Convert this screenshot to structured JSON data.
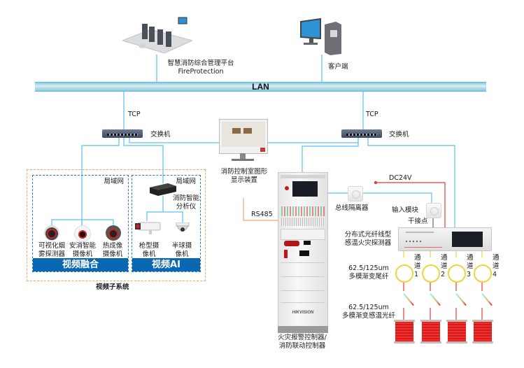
{
  "title": "消防视频与火灾报警系统拓扑图",
  "platform": {
    "label_cn": "智慧消防综合管理平台",
    "label_en": "FireProtection"
  },
  "client": {
    "label": "客户端"
  },
  "lan": {
    "label": "LAN"
  },
  "left_branch": {
    "protocol": "TCP",
    "switch_label": "交换机"
  },
  "right_branch": {
    "protocol": "TCP",
    "switch_label": "交换机"
  },
  "graphic_display": {
    "label_line1": "消防控制室图形",
    "label_line2": "显示装置"
  },
  "rs485": {
    "label": "RS485"
  },
  "video_subsystem": {
    "title": "视频子系统",
    "fusion": {
      "banner": "视频融合",
      "lan_label": "局域网",
      "devices": [
        {
          "line1": "可视化烟",
          "line2": "雾探测器",
          "icon": "smoke-detector-camera-icon"
        },
        {
          "line1": "安消智能",
          "line2": "摄像机",
          "icon": "dome-camera-icon"
        },
        {
          "line1": "热成像",
          "line2": "摄像机",
          "icon": "thermal-camera-icon"
        }
      ]
    },
    "ai": {
      "banner": "视频AI",
      "lan_label": "局域网",
      "analyzer": {
        "line1": "消防智能",
        "line2": "分析仪"
      },
      "devices": [
        {
          "line1": "枪型摄",
          "line2": "像机",
          "icon": "bullet-camera-icon"
        },
        {
          "line1": "半球摄",
          "line2": "像机",
          "icon": "hemisphere-camera-icon"
        }
      ]
    }
  },
  "controller": {
    "label_line1": "火灾报警控制器/",
    "label_line2": "消防联动控制器",
    "brand": "HIKVISION"
  },
  "isolator": {
    "label": "总线隔离器"
  },
  "power": {
    "label": "DC24V"
  },
  "input_module": {
    "label": "输入模块"
  },
  "dry_contact": {
    "label": "干接点"
  },
  "fiber_detector": {
    "label_line1": "分布式光纤线型",
    "label_line2": "感温火灾探测器"
  },
  "channels": [
    {
      "chars": [
        "通",
        "道"
      ],
      "num": "1"
    },
    {
      "chars": [
        "通",
        "道"
      ],
      "num": "2"
    },
    {
      "chars": [
        "通",
        "道"
      ],
      "num": "3"
    },
    {
      "chars": [
        "通",
        "道"
      ],
      "num": "4"
    }
  ],
  "pigtail": {
    "line1": "62.5/125um",
    "line2": "多模渐变尾纤"
  },
  "sensing_fiber": {
    "line1": "62.5/125um",
    "line2": "多模渐变感温光纤"
  },
  "colors": {
    "network_line": "#5bc2ec",
    "rs485_line": "#f4a46a",
    "power_line": "#e23b3b",
    "banner": "#0a68b3",
    "group_outer_border": "#f4a46a",
    "group_inner_border": "#2c7dbf"
  }
}
